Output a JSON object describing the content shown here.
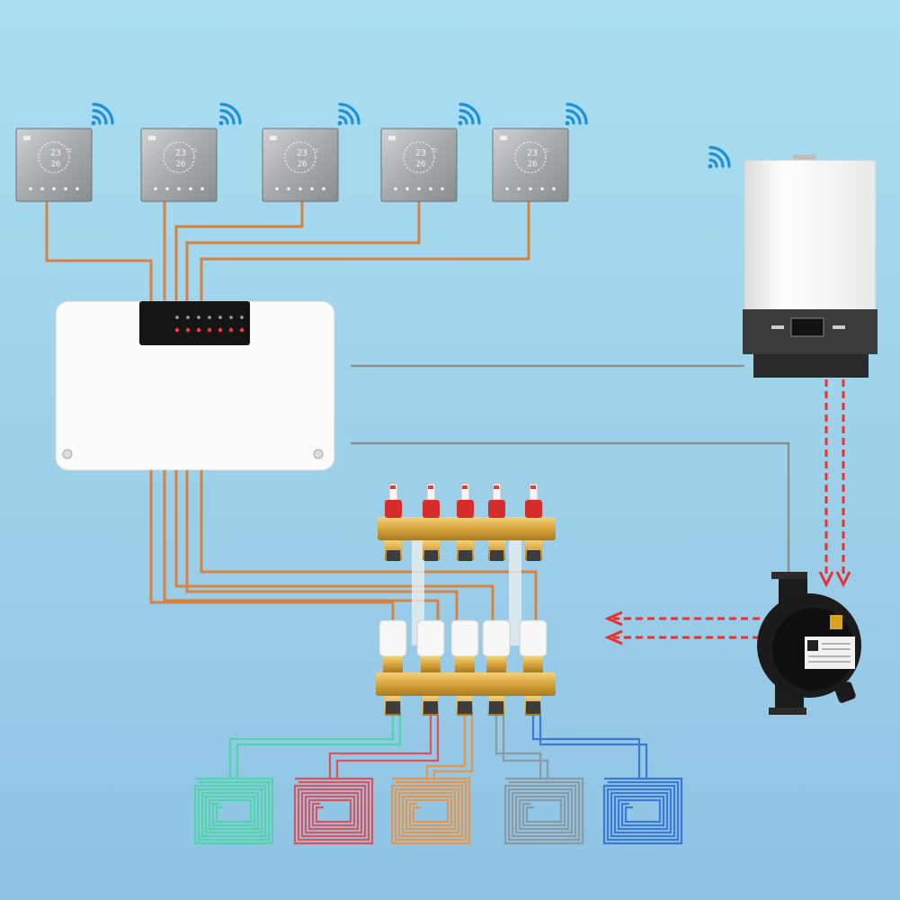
{
  "thermostats": [
    {
      "id": "thermostat-1",
      "set_temp": "23",
      "room_temp": "26",
      "unit": "°C"
    },
    {
      "id": "thermostat-2",
      "set_temp": "23",
      "room_temp": "26",
      "unit": "°C"
    },
    {
      "id": "thermostat-3",
      "set_temp": "23",
      "room_temp": "26",
      "unit": "°C"
    },
    {
      "id": "thermostat-4",
      "set_temp": "23",
      "room_temp": "26",
      "unit": "°C"
    },
    {
      "id": "thermostat-5",
      "set_temp": "23",
      "room_temp": "26",
      "unit": "°C"
    }
  ],
  "colors": {
    "wire": "#d9823f",
    "signal": "#8f8f8f",
    "flow_arrow": "#e83232",
    "wifi": "#1f8fd6",
    "loops": [
      "#4fd6a8",
      "#e0525a",
      "#e8954a",
      "#8a9aa2",
      "#3c79d6"
    ]
  },
  "icons": [
    "wifi-icon",
    "thermostat-icon",
    "control-box-icon",
    "boiler-icon",
    "pump-icon",
    "manifold-icon",
    "heating-loop-icon"
  ]
}
